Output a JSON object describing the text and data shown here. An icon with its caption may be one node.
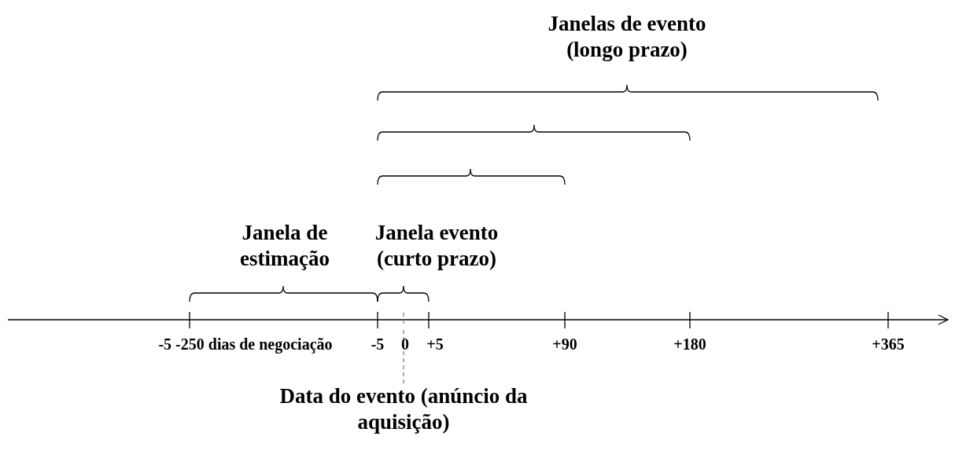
{
  "diagram": {
    "nodes": [
      {
        "text": [
          "Data do evento (anúncio da aquisição)"
        ]
      },
      {
        "text": [],
        "shape": "bar"
      }
    ],
    "edges": [
      {
        "from": 0,
        "to": 1,
        "arrow": "none",
        "style": "dashed",
        "color": "#808080"
      }
    ],
    "labels": [
      "Janelas de evento (longo prazo)",
      "Janela de estimação",
      "Janela evento (curto prazo)",
      "-5 -250 dias de negociação",
      "-5",
      "0",
      "+5",
      "+90",
      "+180",
      "+365"
    ]
  }
}
